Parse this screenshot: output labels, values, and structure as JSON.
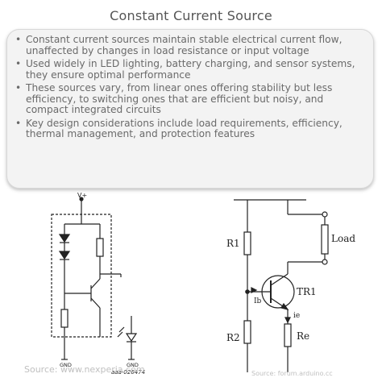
{
  "title": "Constant Current Source",
  "bullets": [
    "Constant current sources maintain stable electrical current flow, unaffected by changes in load resistance or input voltage",
    "Used widely in LED lighting, battery charging, and sensor systems, they ensure optimal performance",
    "These sources vary, from linear ones offering stability but less efficiency, to switching ones that are efficient but noisy, and compact integrated circuits",
    "Key design considerations include load requirements, efficiency, thermal management, and protection features"
  ],
  "left_diagram": {
    "vplus": "V+",
    "gnd1": "GND",
    "gnd2": "GND",
    "code": "aaa-026474",
    "source": "Source: www.nexperia.com"
  },
  "right_diagram": {
    "r1": "R1",
    "r2": "R2",
    "load": "Load",
    "tr1": "TR1",
    "ib": "Ib",
    "ie": "ie",
    "re": "Re",
    "source": "Source: forum.arduino.cc"
  }
}
